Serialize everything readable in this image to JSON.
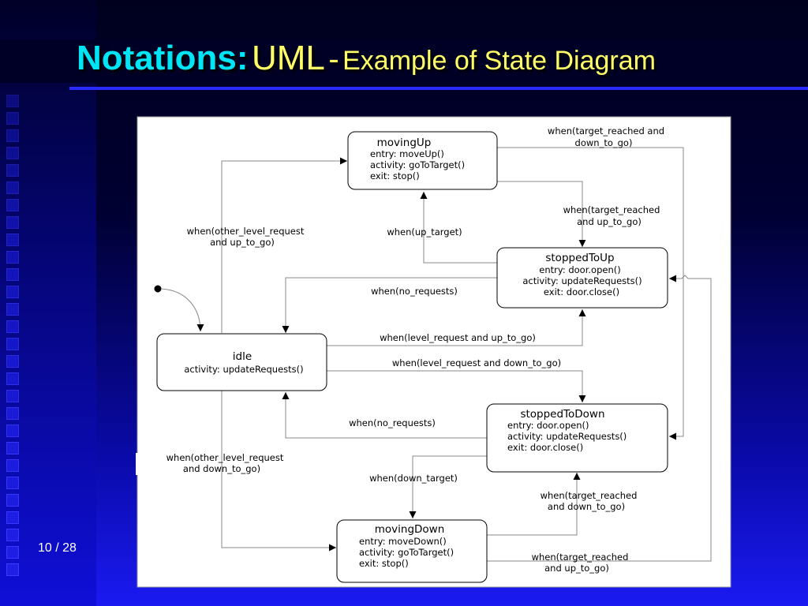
{
  "title": {
    "part1": "Notations:",
    "part2": "UML",
    "part3": "-",
    "part4": "Example of State Diagram"
  },
  "page_number": "10 / 28",
  "states": {
    "movingUp": {
      "name": "movingUp",
      "entry": "entry: moveUp()",
      "activity": "activity: goToTarget()",
      "exit": "exit: stop()"
    },
    "stoppedToUp": {
      "name": "stoppedToUp",
      "entry": "entry: door.open()",
      "activity": "activity: updateRequests()",
      "exit": "exit: door.close()"
    },
    "idle": {
      "name": "idle",
      "activity": "activity: updateRequests()"
    },
    "stoppedToDown": {
      "name": "stoppedToDown",
      "entry": "entry: door.open()",
      "activity": "activity: updateRequests()",
      "exit": "exit: door.close()"
    },
    "movingDown": {
      "name": "movingDown",
      "entry": "entry: moveDown()",
      "activity": "activity: goToTarget()",
      "exit": "exit: stop()"
    }
  },
  "transitions": {
    "t_mu_to_std": [
      "when(target_reached and",
      "down_to_go)"
    ],
    "t_mu_to_stu": [
      "when(target_reached",
      "and up_to_go)"
    ],
    "t_stu_to_mu": [
      "when(up_target)"
    ],
    "t_idle_to_mu": [
      "when(other_level_request",
      "and up_to_go)"
    ],
    "t_stu_to_idle": [
      "when(no_requests)"
    ],
    "t_idle_to_stu": [
      "when(level_request and up_to_go)"
    ],
    "t_idle_to_std": [
      "when(level_request and down_to_go)"
    ],
    "t_std_to_idle": [
      "when(no_requests)"
    ],
    "t_idle_to_md": [
      "when(other_level_request",
      "and down_to_go)"
    ],
    "t_std_to_md": [
      "when(down_target)"
    ],
    "t_md_to_std": [
      "when(target_reached",
      "and down_to_go)"
    ],
    "t_md_to_stu": [
      "when(target_reached",
      "and up_to_go)"
    ]
  }
}
